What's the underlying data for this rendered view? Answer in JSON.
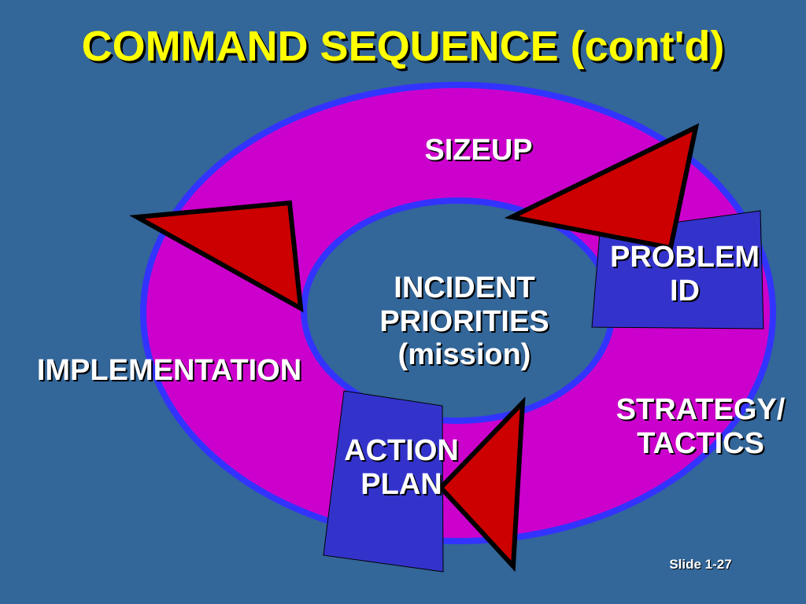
{
  "slide": {
    "title": "COMMAND SEQUENCE (cont'd)",
    "slide_number": "Slide 1-27"
  },
  "diagram": {
    "center_lines": [
      "INCIDENT",
      "PRIORITIES",
      "(mission)"
    ],
    "stages": {
      "sizeup": [
        "SIZEUP"
      ],
      "problem_id": [
        "PROBLEM",
        "ID"
      ],
      "strategy_tactics": [
        "STRATEGY/",
        "TACTICS"
      ],
      "action_plan": [
        "ACTION",
        "PLAN"
      ],
      "implementation": [
        "IMPLEMENTATION"
      ]
    }
  },
  "colors": {
    "background": "#336699",
    "title": "#FFFF00",
    "ring_fill": "#CC00CC",
    "ring_border": "#3333FF",
    "arrow_fill": "#CC0000",
    "box_fill": "#3333CC",
    "label_text": "#FFFFFF"
  }
}
